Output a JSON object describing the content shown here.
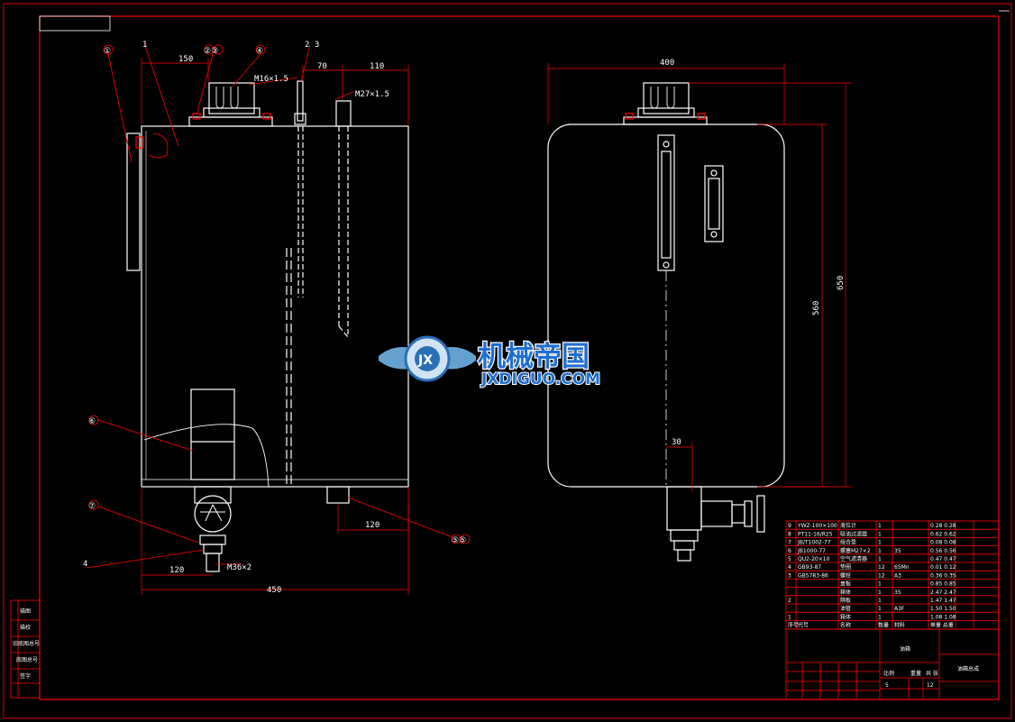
{
  "drawing": {
    "balloons": [
      "①",
      "②③",
      "④",
      "⑥",
      "⑦",
      "⑤⑤"
    ],
    "leader_labels": [
      "1",
      "2  3",
      "4"
    ],
    "front_view": {
      "dims": {
        "top_left": "150",
        "m16": "M16×1.5",
        "d70": "70",
        "d110": "110",
        "m27": "M27×1.5",
        "d120_bottom_right": "120",
        "d120_bottom_left": "120",
        "m36": "M36×2",
        "d450": "450"
      }
    },
    "side_view": {
      "dims": {
        "d400": "400",
        "d560": "560",
        "d650": "650",
        "d30": "30"
      }
    }
  },
  "logo": {
    "cn": "机械帝国",
    "en": "JXDIGUO.COM",
    "emblem": "JX"
  },
  "title_block": {
    "bom_rows": [
      [
        "9",
        "YWZ-100×100",
        "液位计",
        "1",
        "",
        "0.28 0.28"
      ],
      [
        "8",
        "PT11-16/R25",
        "吸油过滤器",
        "1",
        "",
        "0.62 0.62"
      ],
      [
        "7",
        "JB/T1002-77",
        "组合垫",
        "1",
        "",
        "0.08 0.08"
      ],
      [
        "6",
        "JB1000-77",
        "螺塞M27×2",
        "1",
        "35",
        "0.56 0.56"
      ],
      [
        "5",
        "QU2-20×10",
        "空气滤清器",
        "1",
        "",
        "0.47 0.47"
      ],
      [
        "4",
        "GB93-87",
        "垫圈",
        "12",
        "65Mn",
        "0.01 0.12"
      ],
      [
        "3",
        "GB5783-86",
        "螺栓",
        "12",
        "A3",
        "0.36 0.35"
      ],
      [
        "",
        "",
        "盖板",
        "1",
        "",
        "0.85 0.85"
      ],
      [
        "",
        "",
        "箱体",
        "1",
        "35",
        "2.47 2.47"
      ],
      [
        "2",
        "",
        "隔板",
        "1",
        "",
        "1.47 1.47"
      ],
      [
        "",
        "",
        "油管",
        "1",
        "A3F",
        "1.50 1.50"
      ],
      [
        "1",
        "",
        "箱体",
        "1",
        "",
        "1.08 1.08"
      ]
    ],
    "header": [
      "序号",
      "代号",
      "名称",
      "数量",
      "材料",
      "单重 总重"
    ],
    "part_name": "油箱",
    "drawing_name": "油箱总成",
    "scale_label": "比例",
    "weight_label": "重量",
    "sheet_label": "共 张",
    "scale_value": "5",
    "sheet_value": "12"
  },
  "left_margin_labels": [
    "描图",
    "描校",
    "旧底图总号",
    "底图总号",
    "签字"
  ],
  "colors": {
    "line": "#ff0000",
    "line_white": "#ffffff",
    "background": "#000000",
    "logo": "#1f6fd0"
  }
}
